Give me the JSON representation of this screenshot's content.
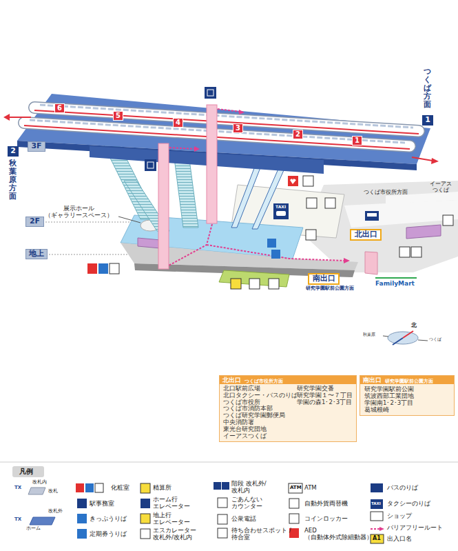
{
  "diagram": {
    "nodes": [
      {
        "text": [
          "6"
        ]
      },
      {
        "text": [
          "5"
        ]
      },
      {
        "text": [
          "4"
        ]
      },
      {
        "text": [
          "3"
        ]
      },
      {
        "text": [
          "2"
        ]
      },
      {
        "text": [
          "1"
        ]
      },
      {
        "text": [
          "1"
        ]
      },
      {
        "text": [
          "2"
        ]
      },
      {
        "text": [
          "3F"
        ]
      },
      {
        "text": [
          "2F"
        ]
      },
      {
        "text": [
          "地上"
        ]
      },
      {
        "text": [
          "北出口"
        ]
      },
      {
        "text": [
          "南出口"
        ]
      },
      {
        "text": [
          "北出口",
          "つくば市役所方面",
          "北口駅前広場",
          "北口タクシー・バスのりば",
          "つくば市役所",
          "つくば市消防本部",
          "つくば研究学園郵便局",
          "中央消防署",
          "東光台研究団地",
          "イーアスつくば",
          "研究学園交番",
          "研究学園１〜７丁目",
          "学園の森1･2･3丁目"
        ]
      },
      {
        "text": [
          "南出口",
          "研究学園駅前公園方面",
          "研究学園駅前公園",
          "筑波西部工業団地",
          "学園南1･2･3丁目",
          "葛城根崎"
        ]
      }
    ],
    "labels": [
      "つくば方面",
      "秋葉原方面",
      "展示ホール （ギャラリースペース）",
      "つくば市役所方面",
      "イーアス つくば",
      "TAXI",
      "FamilyMart",
      "研究学園駅前公園方面",
      "北",
      "秋葉原",
      "つくば",
      "凡例",
      "TX",
      "TX",
      "ATM",
      "TAXI",
      "A1"
    ],
    "legend": [
      {
        "text": "改札内"
      },
      {
        "text": "改札"
      },
      {
        "text": "改札外"
      },
      {
        "text": "ホーム"
      },
      {
        "text": "化粧室"
      },
      {
        "text": "駅事務室"
      },
      {
        "text": "きっぷうりば"
      },
      {
        "text": "定期券うりば"
      },
      {
        "text": "精算所"
      },
      {
        "text": "ホーム行 エレベーター"
      },
      {
        "text": "地上行 エレベーター"
      },
      {
        "text": "エスカレーター 改札外/改札内"
      },
      {
        "text": "階段 改札外/改札内"
      },
      {
        "text": "ごあんない カウンター"
      },
      {
        "text": "公衆電話"
      },
      {
        "text": "待ち合わせスポット /待合室"
      },
      {
        "text": "ATM"
      },
      {
        "text": "自動外貨両替機"
      },
      {
        "text": "コインロッカー"
      },
      {
        "text": "AED （自動体外式除細動器）"
      },
      {
        "text": "バスのりば"
      },
      {
        "text": "タクシーのりば"
      },
      {
        "text": "ショップ"
      },
      {
        "text": "バリアフリールート"
      },
      {
        "text": "出入口名"
      }
    ]
  }
}
